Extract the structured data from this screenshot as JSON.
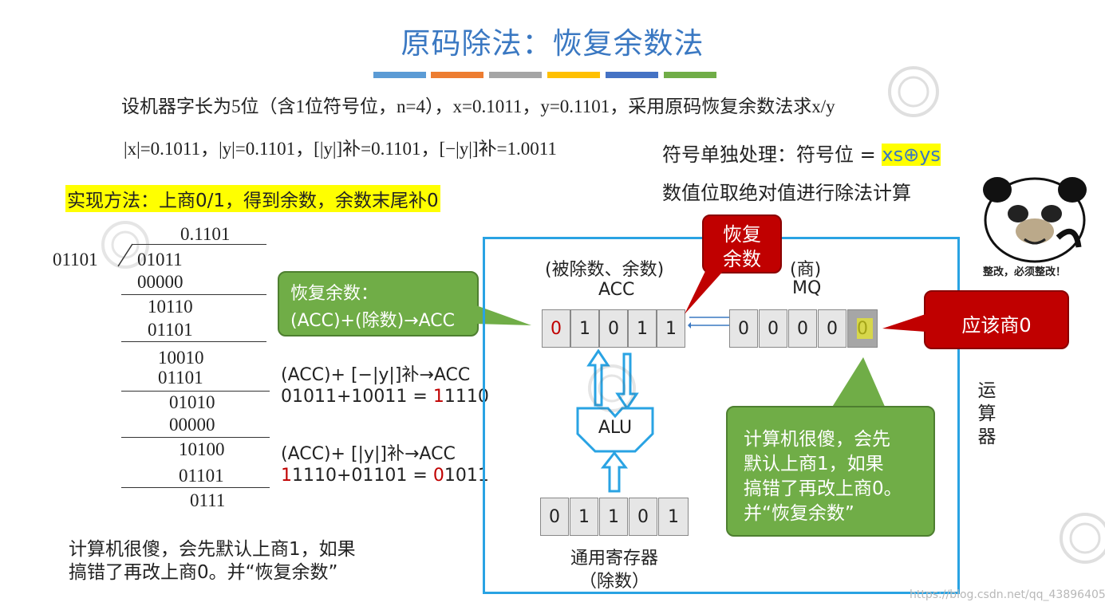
{
  "title": "原码除法：恢复余数法",
  "stripes": [
    "#5b9bd5",
    "#ed7d31",
    "#a5a5a5",
    "#ffc000",
    "#4472c4",
    "#70ad47"
  ],
  "problem": "设机器字长为5位（含1位符号位，n=4），x=0.1011，y=0.1101，采用原码恢复余数法求x/y",
  "values_line": "|x|=0.1011，|y|=0.1101，[|y|]补=0.1101，[−|y|]补=1.0011",
  "sign_rule": {
    "prefix": "符号单独处理：符号位 = ",
    "formula": "xs⊕ys"
  },
  "value_rule": "数值位取绝对值进行除法计算",
  "method": "实现方法：上商0/1，得到余数，余数末尾补0",
  "meme_caption": "整改，必须整改！",
  "long_division": {
    "quotient": "0.1101",
    "divisor": "01101",
    "dividend": "01011",
    "rows": [
      "00000",
      "10110",
      "01101",
      "10010",
      "01101",
      "01010",
      "00000",
      "10100",
      "01101",
      "0111"
    ]
  },
  "restore_callout": {
    "line1": "恢复余数：",
    "line2": "(ACC)+(除数)→ACC"
  },
  "step1": {
    "op": "(ACC)+ [−|y|]补→ACC",
    "eq_a": "01011+10011 = ",
    "eq_red": "1",
    "eq_b": "1110"
  },
  "step2": {
    "op": "(ACC)+ [|y|]补→ACC",
    "eq_red1": "1",
    "eq_a": "1110+01101 = ",
    "eq_red2": "0",
    "eq_b": "1011"
  },
  "acc": {
    "caption": "(被除数、余数)",
    "name": "ACC",
    "bits": [
      "0",
      "1",
      "0",
      "1",
      "1"
    ]
  },
  "mq": {
    "caption": "(商)",
    "name": "MQ",
    "bits": [
      "0",
      "0",
      "0",
      "0",
      "0"
    ]
  },
  "alu_label": "ALU",
  "gpr": {
    "bits": [
      "0",
      "1",
      "1",
      "0",
      "1"
    ],
    "label1": "通用寄存器",
    "label2": "（除数）"
  },
  "restore_bubble": {
    "line1": "恢复",
    "line2": "余数"
  },
  "should_zero": "应该商0",
  "computer_note_bubble": [
    "计算机很傻，会先",
    "默认上商1，如果",
    "搞错了再改上商0。",
    "并“恢复余数”"
  ],
  "arith_unit": [
    "运",
    "算",
    "器"
  ],
  "bottom_note": [
    "计算机很傻，会先默认上商1，如果",
    "搞错了再改上商0。并“恢复余数”"
  ],
  "watermark": "https://blog.csdn.net/qq_43896405"
}
